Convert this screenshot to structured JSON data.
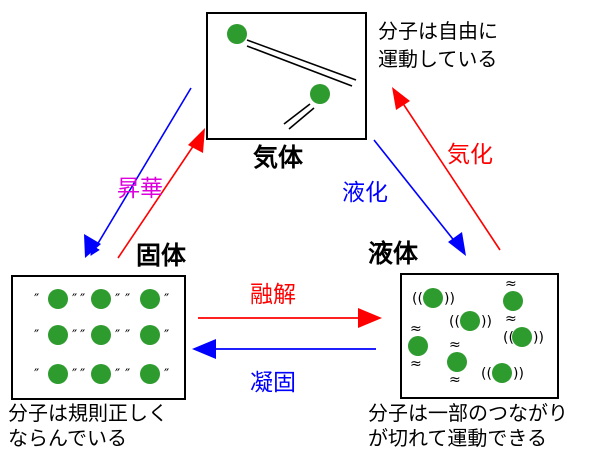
{
  "states": {
    "gas": {
      "title": "気体",
      "description": [
        "分子は自由に",
        "運動している"
      ]
    },
    "solid": {
      "title": "固体",
      "description": [
        "分子は規則正しく",
        "ならんでいる"
      ]
    },
    "liquid": {
      "title": "液体",
      "description": [
        "分子は一部のつながり",
        "が切れて運動できる"
      ]
    }
  },
  "transitions": {
    "sublimation": {
      "label": "昇華",
      "color": "#dd00dd",
      "arrow_up_color": "#ff0000",
      "arrow_down_color": "#0000ff"
    },
    "vaporization": {
      "label": "気化",
      "color": "#ff0000"
    },
    "condensation": {
      "label": "液化",
      "color": "#0000ff"
    },
    "melting": {
      "label": "融解",
      "color": "#ff0000"
    },
    "solidification": {
      "label": "凝固",
      "color": "#0000ff"
    }
  },
  "colors": {
    "molecule": "#2e9b2e",
    "box_border": "#000000",
    "text": "#000000"
  }
}
